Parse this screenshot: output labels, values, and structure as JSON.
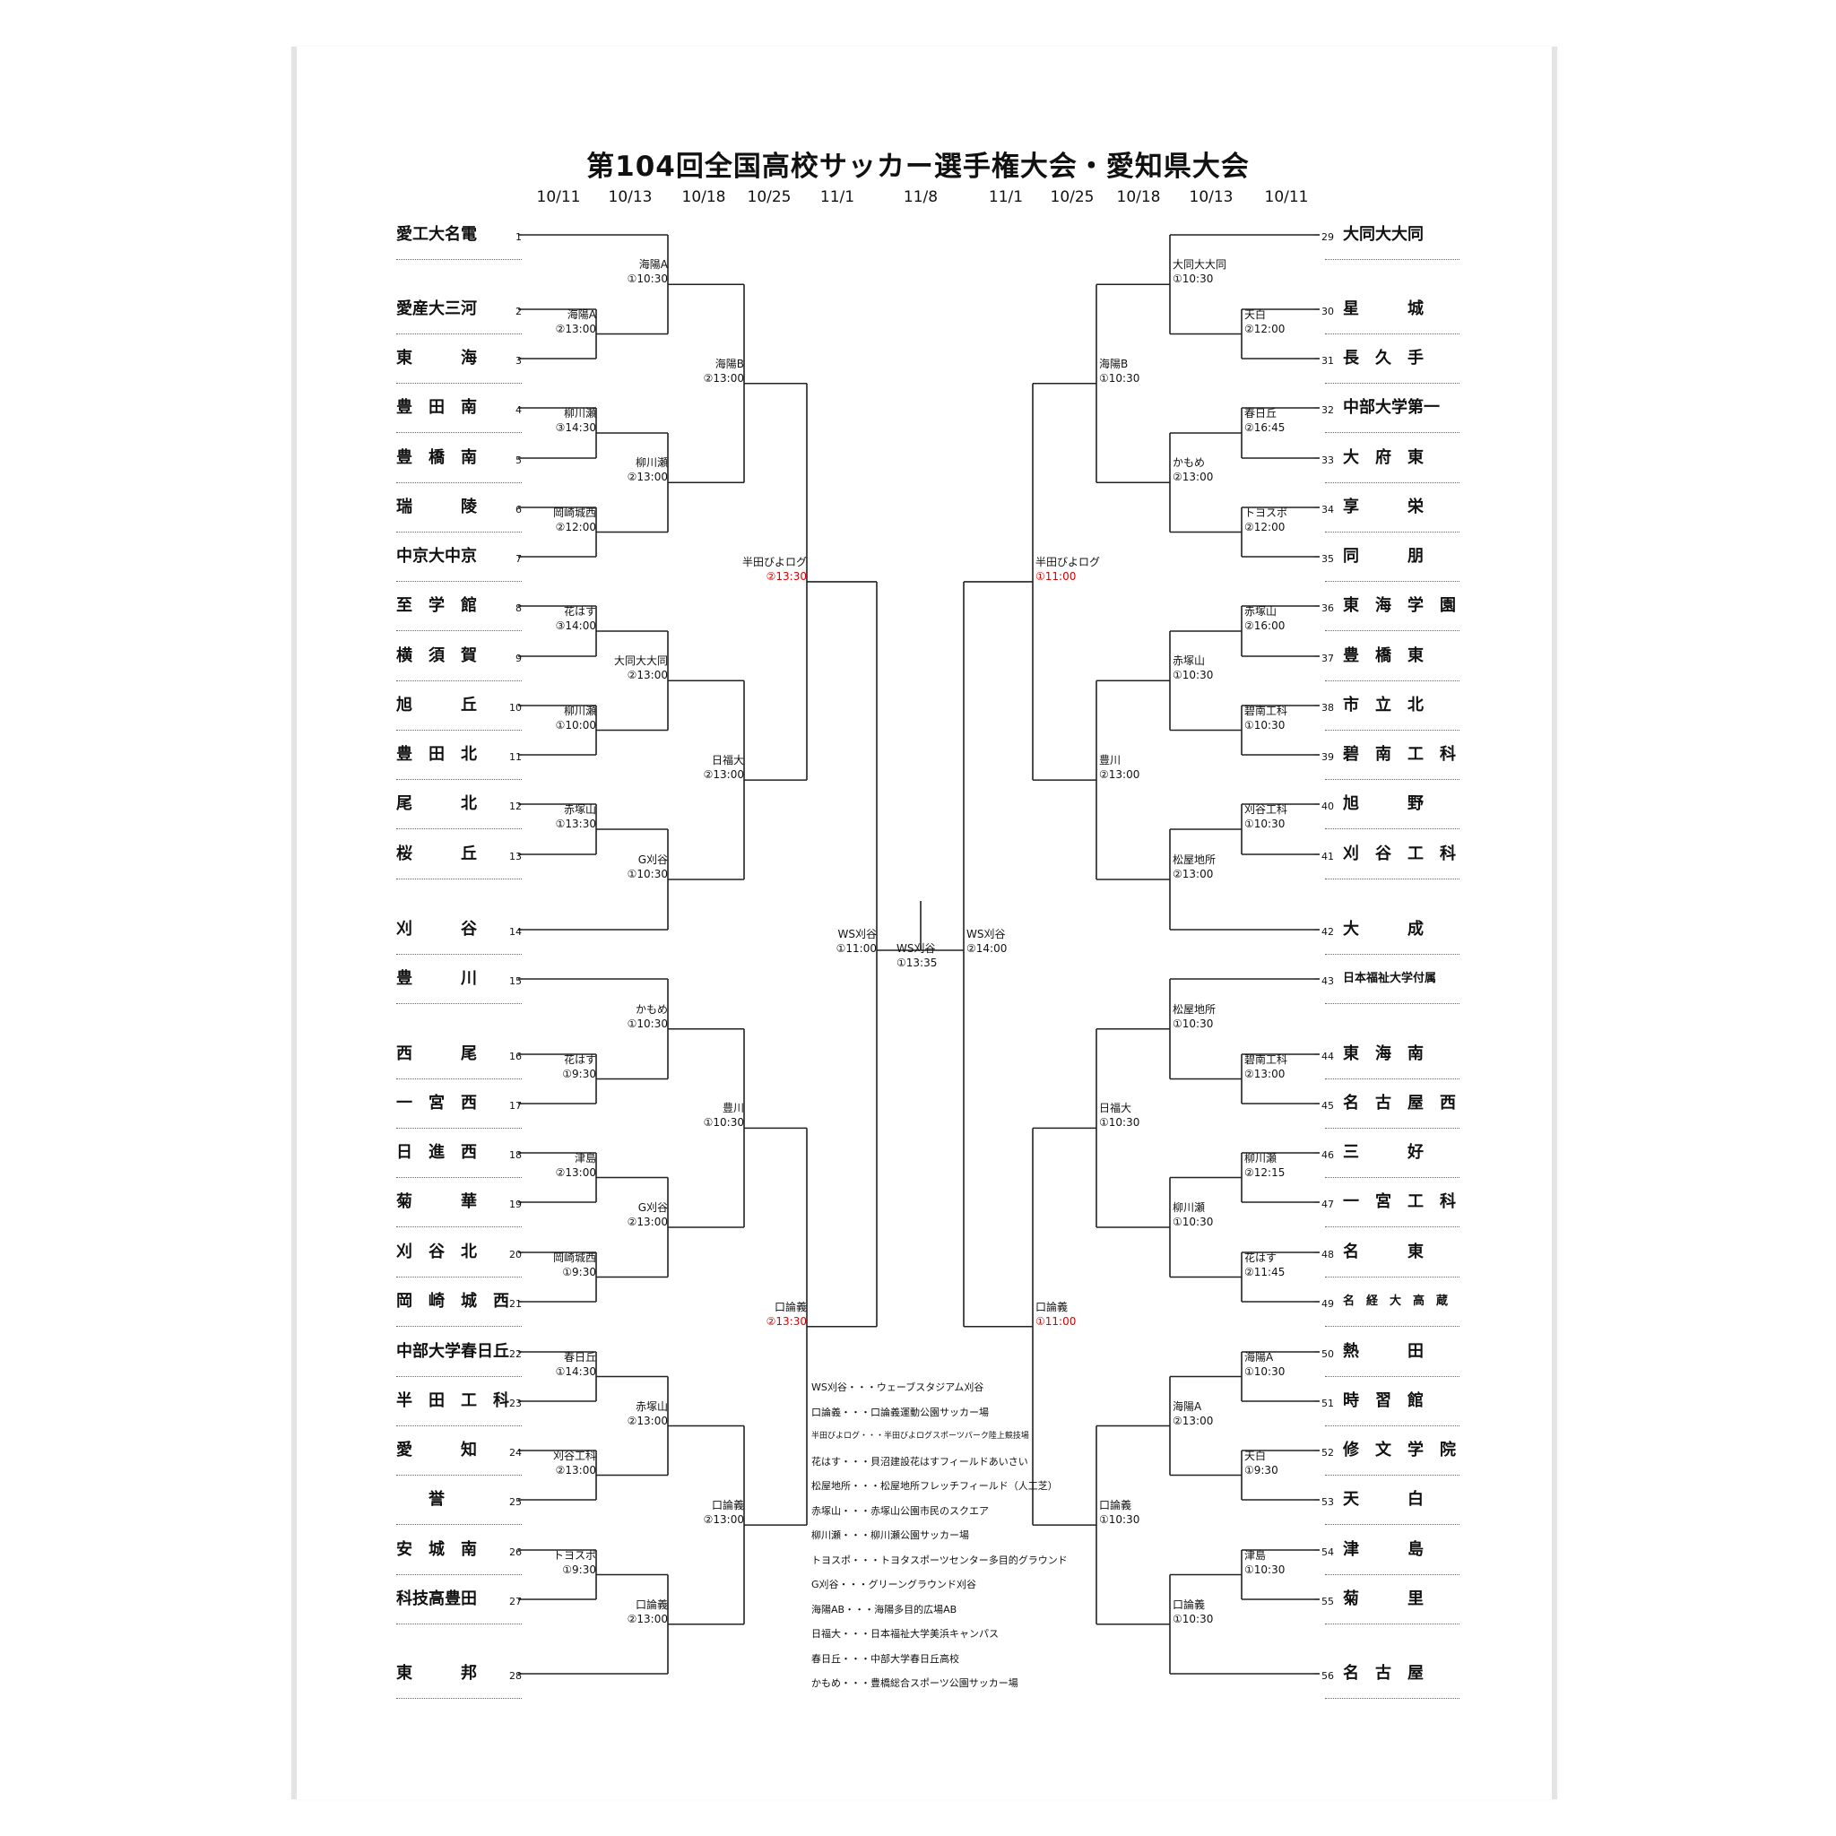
{
  "title": "第104回全国高校サッカー選手権大会・愛知県大会",
  "dates": [
    "10/11",
    "10/13",
    "10/18",
    "10/25",
    "11/1",
    "11/8",
    "11/1",
    "10/25",
    "10/18",
    "10/13",
    "10/11"
  ],
  "teams": [
    {
      "no": "1",
      "name": "愛工大名電"
    },
    {
      "no": "2",
      "name": "愛産大三河"
    },
    {
      "no": "3",
      "name": "東　　　海"
    },
    {
      "no": "4",
      "name": "豊　田　南"
    },
    {
      "no": "5",
      "name": "豊　橋　南"
    },
    {
      "no": "6",
      "name": "瑞　　　陵"
    },
    {
      "no": "7",
      "name": "中京大中京"
    },
    {
      "no": "8",
      "name": "至　学　館"
    },
    {
      "no": "9",
      "name": "横　須　賀"
    },
    {
      "no": "10",
      "name": "旭　　　丘"
    },
    {
      "no": "11",
      "name": "豊　田　北"
    },
    {
      "no": "12",
      "name": "尾　　　北"
    },
    {
      "no": "13",
      "name": "桜　　　丘"
    },
    {
      "no": "14",
      "name": "刈　　　谷"
    },
    {
      "no": "15",
      "name": "豊　　　川"
    },
    {
      "no": "16",
      "name": "西　　　尾"
    },
    {
      "no": "17",
      "name": "一　宮　西"
    },
    {
      "no": "18",
      "name": "日　進　西"
    },
    {
      "no": "19",
      "name": "菊　　　華"
    },
    {
      "no": "20",
      "name": "刈　谷　北"
    },
    {
      "no": "21",
      "name": "岡　崎　城　西"
    },
    {
      "no": "22",
      "name": "中部大学春日丘"
    },
    {
      "no": "23",
      "name": "半　田　工　科"
    },
    {
      "no": "24",
      "name": "愛　　　知"
    },
    {
      "no": "25",
      "name": "　　誉　　"
    },
    {
      "no": "26",
      "name": "安　城　南"
    },
    {
      "no": "27",
      "name": "科技高豊田"
    },
    {
      "no": "28",
      "name": "東　　　邦"
    },
    {
      "no": "29",
      "name": "大同大大同"
    },
    {
      "no": "30",
      "name": "星　　　城"
    },
    {
      "no": "31",
      "name": "長　久　手"
    },
    {
      "no": "32",
      "name": "中部大学第一"
    },
    {
      "no": "33",
      "name": "大　府　東"
    },
    {
      "no": "34",
      "name": "享　　　栄"
    },
    {
      "no": "35",
      "name": "同　　　朋"
    },
    {
      "no": "36",
      "name": "東　海　学　園"
    },
    {
      "no": "37",
      "name": "豊　橋　東"
    },
    {
      "no": "38",
      "name": "市　立　北"
    },
    {
      "no": "39",
      "name": "碧　南　工　科"
    },
    {
      "no": "40",
      "name": "旭　　　野"
    },
    {
      "no": "41",
      "name": "刈　谷　工　科"
    },
    {
      "no": "42",
      "name": "大　　　成"
    },
    {
      "no": "43",
      "name": "日本福祉大学付属"
    },
    {
      "no": "44",
      "name": "東　海　南"
    },
    {
      "no": "45",
      "name": "名　古　屋　西"
    },
    {
      "no": "46",
      "name": "三　　　好"
    },
    {
      "no": "47",
      "name": "一　宮　工　科"
    },
    {
      "no": "48",
      "name": "名　　　東"
    },
    {
      "no": "49",
      "name": "名　経　大　高　蔵"
    },
    {
      "no": "50",
      "name": "熱　　　田"
    },
    {
      "no": "51",
      "name": "時　習　館"
    },
    {
      "no": "52",
      "name": "修　文　学　院"
    },
    {
      "no": "53",
      "name": "天　　　白"
    },
    {
      "no": "54",
      "name": "津　　　島"
    },
    {
      "no": "55",
      "name": "菊　　　里"
    },
    {
      "no": "56",
      "name": "名　古　屋"
    }
  ],
  "matches": [
    {
      "v": "海陽A",
      "t": "①10:30",
      "red": false
    },
    {
      "v": "海陽A",
      "t": "②13:00",
      "red": false
    },
    {
      "v": "柳川瀬",
      "t": "③14:30",
      "red": false
    },
    {
      "v": "岡崎城西",
      "t": "②12:00",
      "red": false
    },
    {
      "v": "柳川瀬",
      "t": "②13:00",
      "red": false
    },
    {
      "v": "海陽B",
      "t": "②13:00",
      "red": false
    },
    {
      "v": "半田びよログ",
      "t": "②13:30",
      "red": true
    },
    {
      "v": "花はす",
      "t": "③14:00",
      "red": false
    },
    {
      "v": "柳川瀬",
      "t": "①10:00",
      "red": false
    },
    {
      "v": "大同大大同",
      "t": "②13:00",
      "red": false
    },
    {
      "v": "赤塚山",
      "t": "①13:30",
      "red": false
    },
    {
      "v": "G刈谷",
      "t": "①10:30",
      "red": false
    },
    {
      "v": "日福大",
      "t": "②13:00",
      "red": false
    },
    {
      "v": "WS刈谷",
      "t": "①11:00",
      "red": false
    },
    {
      "v": "花はす",
      "t": "①9:30",
      "red": false
    },
    {
      "v": "かもめ",
      "t": "①10:30",
      "red": false
    },
    {
      "v": "津島",
      "t": "②13:00",
      "red": false
    },
    {
      "v": "岡崎城西",
      "t": "①9:30",
      "red": false
    },
    {
      "v": "G刈谷",
      "t": "②13:00",
      "red": false
    },
    {
      "v": "豊川",
      "t": "①10:30",
      "red": false
    },
    {
      "v": "口論義",
      "t": "②13:30",
      "red": true
    },
    {
      "v": "春日丘",
      "t": "①14:30",
      "red": false
    },
    {
      "v": "刈谷工科",
      "t": "②13:00",
      "red": false
    },
    {
      "v": "赤塚山",
      "t": "②13:00",
      "red": false
    },
    {
      "v": "トヨスポ",
      "t": "①9:30",
      "red": false
    },
    {
      "v": "口論義",
      "t": "②13:00",
      "red": false
    },
    {
      "v": "口論義",
      "t": "②13:00",
      "red": false
    },
    {
      "v": "WS刈谷",
      "t": "①13:35",
      "red": false
    },
    {
      "v": "天白",
      "t": "②12:00",
      "red": false
    },
    {
      "v": "大同大大同",
      "t": "①10:30",
      "red": false
    },
    {
      "v": "春日丘",
      "t": "②16:45",
      "red": false
    },
    {
      "v": "トヨスポ",
      "t": "②12:00",
      "red": false
    },
    {
      "v": "かもめ",
      "t": "②13:00",
      "red": false
    },
    {
      "v": "海陽B",
      "t": "①10:30",
      "red": false
    },
    {
      "v": "半田びよログ",
      "t": "①11:00",
      "red": true
    },
    {
      "v": "赤塚山",
      "t": "②16:00",
      "red": false
    },
    {
      "v": "碧南工科",
      "t": "①10:30",
      "red": false
    },
    {
      "v": "赤塚山",
      "t": "①10:30",
      "red": false
    },
    {
      "v": "刈谷工科",
      "t": "①10:30",
      "red": false
    },
    {
      "v": "松屋地所",
      "t": "②13:00",
      "red": false
    },
    {
      "v": "豊川",
      "t": "②13:00",
      "red": false
    },
    {
      "v": "WS刈谷",
      "t": "②14:00",
      "red": false
    },
    {
      "v": "碧南工科",
      "t": "②13:00",
      "red": false
    },
    {
      "v": "松屋地所",
      "t": "①10:30",
      "red": false
    },
    {
      "v": "柳川瀬",
      "t": "②12:15",
      "red": false
    },
    {
      "v": "花はす",
      "t": "②11:45",
      "red": false
    },
    {
      "v": "柳川瀬",
      "t": "①10:30",
      "red": false
    },
    {
      "v": "日福大",
      "t": "①10:30",
      "red": false
    },
    {
      "v": "口論義",
      "t": "①11:00",
      "red": true
    },
    {
      "v": "海陽A",
      "t": "①10:30",
      "red": false
    },
    {
      "v": "天白",
      "t": "①9:30",
      "red": false
    },
    {
      "v": "海陽A",
      "t": "②13:00",
      "red": false
    },
    {
      "v": "津島",
      "t": "①10:30",
      "red": false
    },
    {
      "v": "口論義",
      "t": "①10:30",
      "red": false
    },
    {
      "v": "口論義",
      "t": "①10:30",
      "red": false
    }
  ],
  "venues": [
    "WS刈谷・・・ウェーブスタジアム刈谷",
    "口論義・・・口論義運動公園サッカー場",
    "半田びよログ・・・半田びよログスポーツパーク陸上競技場",
    "花はす・・・貝沼建設花はすフィールドあいさい",
    "松屋地所・・・松屋地所フレッチフィールド（人工芝）",
    "赤塚山・・・赤塚山公園市民のスクエア",
    "柳川瀬・・・柳川瀬公園サッカー場",
    "トヨスポ・・・トヨタスポーツセンター多目的グラウンド",
    "G刈谷・・・グリーングラウンド刈谷",
    "海陽AB・・・海陽多目的広場AB",
    "日福大・・・日本福祉大学美浜キャンパス",
    "春日丘・・・中部大学春日丘高校",
    "かもめ・・・豊橋総合スポーツ公園サッカー場"
  ],
  "colors": {
    "text": "#111111",
    "highlight": "#d40000",
    "line": "#222222",
    "paper_border": "#e4e4e4"
  }
}
